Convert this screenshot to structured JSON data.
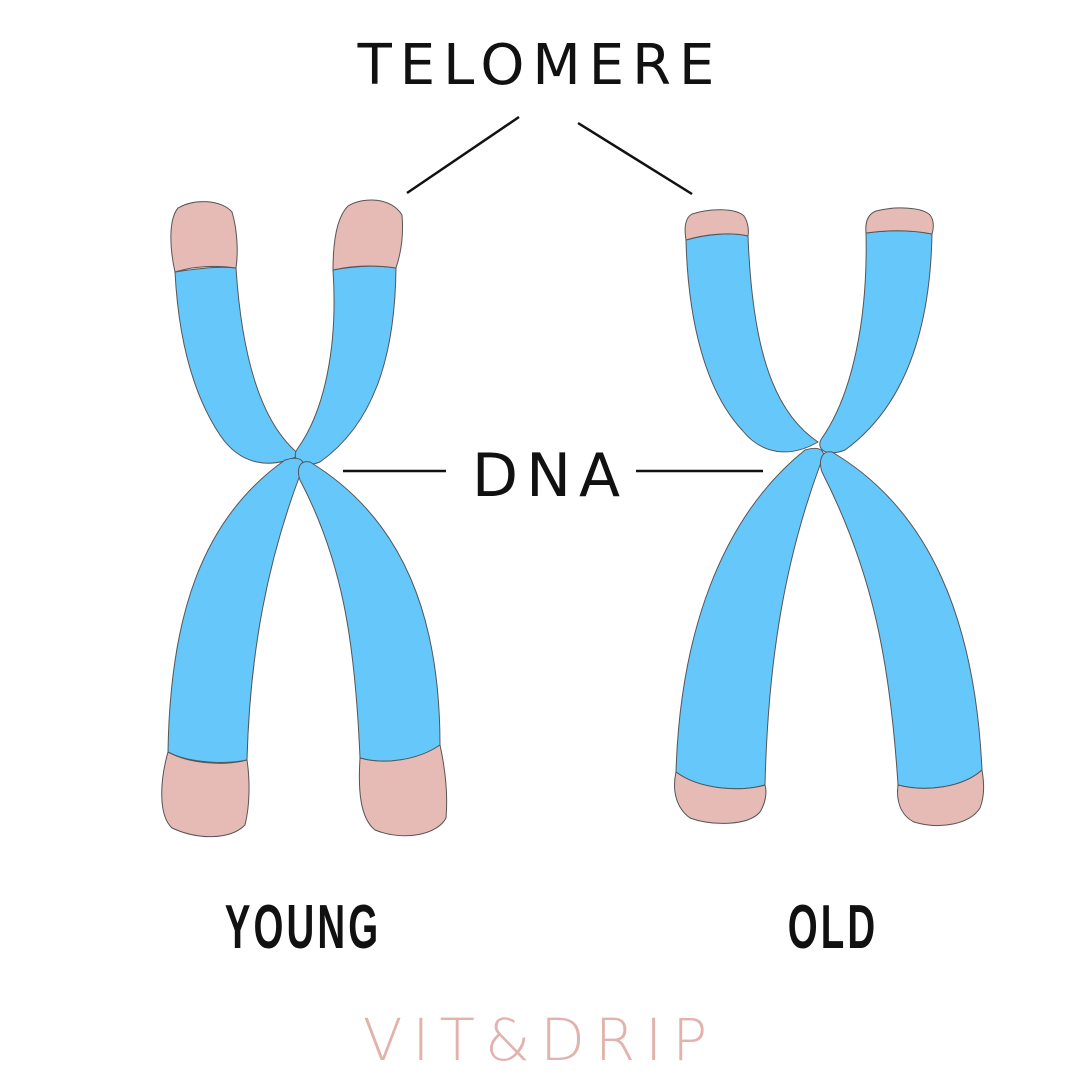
{
  "labels": {
    "telomere": "TELOMERE",
    "dna": "DNA",
    "young": "YOUNG",
    "old": "OLD"
  },
  "brand": {
    "name": "VIT&DRIP"
  },
  "colors": {
    "dna_fill": "#66c7fb",
    "telomere_fill": "#e6bab5",
    "outline": "#555555",
    "text": "#111111",
    "brand_text": "#e2b3ad"
  }
}
